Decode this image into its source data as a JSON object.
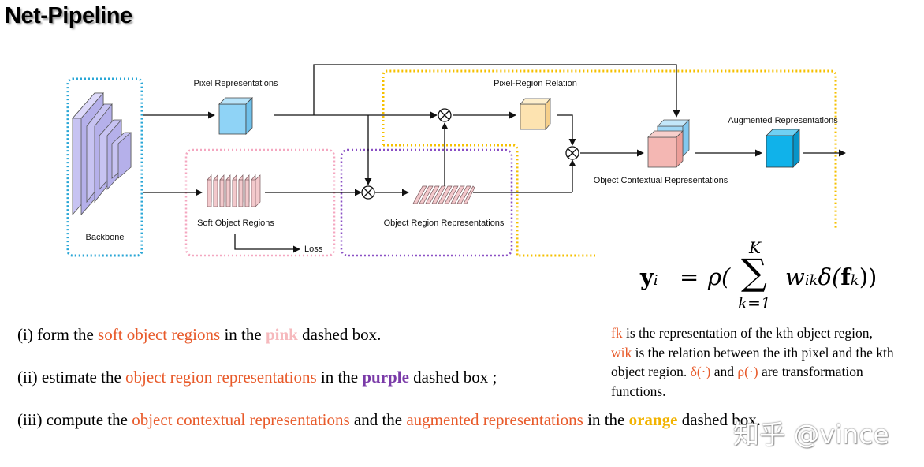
{
  "title": "Net-Pipeline",
  "diagram": {
    "labels": {
      "backbone": "Backbone",
      "pixel_representations": "Pixel Representations",
      "soft_object_regions": "Soft Object Regions",
      "loss": "Loss",
      "object_region_representations": "Object Region Representations",
      "pixel_region_relation": "Pixel-Region Relation",
      "object_contextual_representations": "Object Contextual Representations",
      "augmented_representations": "Augmented Representations"
    },
    "colors": {
      "backbone_box": "#29a6d6",
      "pink_box": "#f4a7c0",
      "purple_box": "#8a4fc4",
      "orange_box": "#f5c000",
      "backbone_fill": "#c7c3f2",
      "pixel_cube": "#8fd3f6",
      "soft_region_fill": "#f3c9cc",
      "relation_cube": "#fde3b0",
      "ocr_front": "#f4b7b3",
      "ocr_back": "#9fd7f5",
      "augmented_cube": "#10b2ea"
    }
  },
  "equation": {
    "y": "y",
    "y_sub": "i",
    "equals": "=",
    "rho": "ρ(",
    "sum_top": "K",
    "sum_symbol": "∑",
    "sum_bottom": "k=1",
    "w": "w",
    "w_sub": "ik",
    "delta": "δ(",
    "f": "f",
    "f_sub": "k",
    "close": "))"
  },
  "steps": [
    {
      "parts": [
        {
          "text": "(i) form the ",
          "style": "plain"
        },
        {
          "text": "soft object regions",
          "style": "red"
        },
        {
          "text": " in the ",
          "style": "plain"
        },
        {
          "text": "pink",
          "style": "pink"
        },
        {
          "text": " dashed box.",
          "style": "plain"
        }
      ]
    },
    {
      "parts": [
        {
          "text": "(ii) estimate the ",
          "style": "plain"
        },
        {
          "text": "object region representations",
          "style": "red"
        },
        {
          "text": " in the ",
          "style": "plain"
        },
        {
          "text": "purple",
          "style": "purple"
        },
        {
          "text": " dashed box ;",
          "style": "plain"
        }
      ]
    },
    {
      "parts": [
        {
          "text": "(iii) compute the ",
          "style": "plain"
        },
        {
          "text": "object contextual representations",
          "style": "red"
        },
        {
          "text": " and the ",
          "style": "plain"
        },
        {
          "text": "augmented representations",
          "style": "red"
        },
        {
          "text": " in the ",
          "style": "plain"
        },
        {
          "text": "orange",
          "style": "orange"
        },
        {
          "text": " dashed box.",
          "style": "plain"
        }
      ]
    }
  ],
  "notes": {
    "line1": [
      {
        "text": "fk",
        "style": "red"
      },
      {
        "text": " is the representation of the kth object region,",
        "style": "plain"
      }
    ],
    "line2": [
      {
        "text": "wik",
        "style": "red"
      },
      {
        "text": " is the relation between the ith pixel and the kth object region. ",
        "style": "plain"
      },
      {
        "text": "δ(·)",
        "style": "red"
      },
      {
        "text": " and ",
        "style": "plain"
      },
      {
        "text": "ρ(·)",
        "style": "red"
      },
      {
        "text": " are transformation functions.",
        "style": "plain"
      }
    ]
  },
  "watermark": "知乎 @vince"
}
